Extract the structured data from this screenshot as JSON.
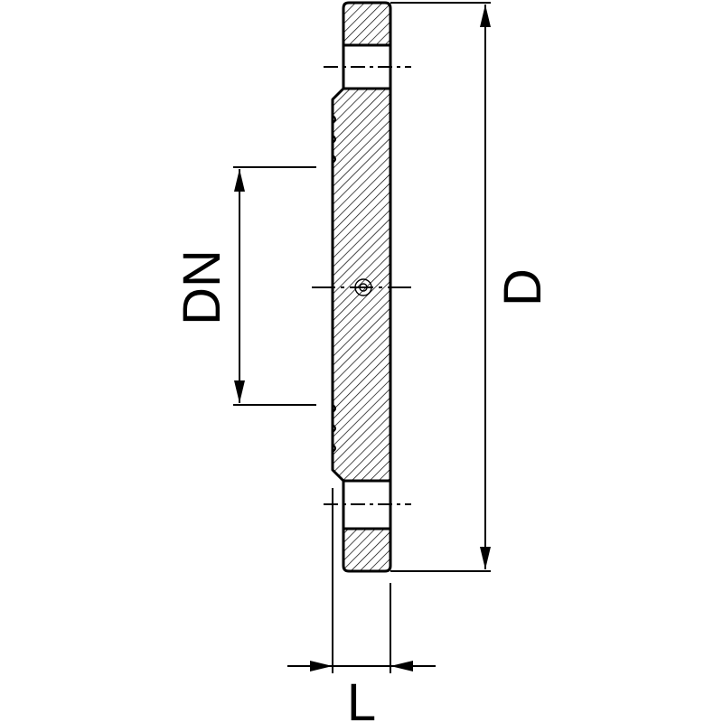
{
  "labels": {
    "nominal_diameter": "DN",
    "outer_diameter": "D",
    "thickness": "L"
  },
  "colors": {
    "line": "#000000",
    "background": "#ffffff"
  }
}
